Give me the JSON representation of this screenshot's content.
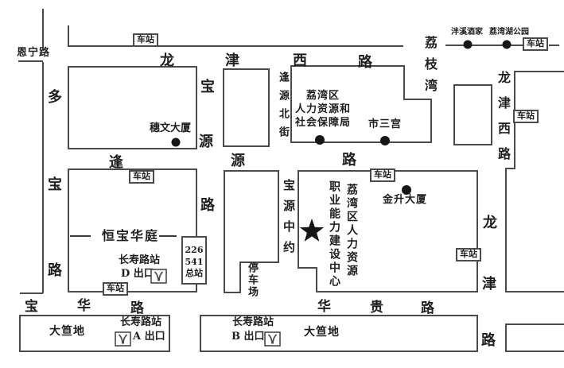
{
  "station_label": "车站",
  "colors": {
    "line": "#4a4a4a",
    "text": "#1f1f1f",
    "marker": "#161616",
    "background": "#ffffff"
  },
  "roads": {
    "longjinxi_top": [
      "龙",
      "津",
      "西",
      "路"
    ],
    "enning": "恩宁路",
    "duobao": [
      "多",
      "宝",
      "路"
    ],
    "baoyuan": [
      "宝",
      "源",
      "路"
    ],
    "fengyuan": [
      "逢",
      "源",
      "路"
    ],
    "fengyuanbei": "逢源北街",
    "lizhiwan": "荔枝湾",
    "longjinxi_right": "龙津西路",
    "baoyuan_zhongyue": "宝源中约",
    "longjin_right": [
      "龙",
      "津",
      "路"
    ],
    "baohua": [
      "宝",
      "华",
      "路"
    ],
    "huagui": [
      "华",
      "贵",
      "路"
    ]
  },
  "places": {
    "suiwen": "穗文大厦",
    "bureau_lines": [
      "荔湾区",
      "人力资源和",
      "社会保障局"
    ],
    "shisangong": "市三宫",
    "panxi": "泮溪酒家",
    "liwanhu": "荔湾湖公园",
    "jinsheng": "金升大厦",
    "hengbao": "恒宝华庭",
    "center_col_right": "荔湾区人力资源",
    "center_col_left": "职业能力建设中心",
    "parking": "停车场",
    "dadadi": "大笪地",
    "terminus": [
      "226",
      "541",
      "总站"
    ],
    "changshou_station": "长寿路站",
    "exit_a": "A 出口",
    "exit_b": "B 出口",
    "exit_d": "D 出口"
  }
}
